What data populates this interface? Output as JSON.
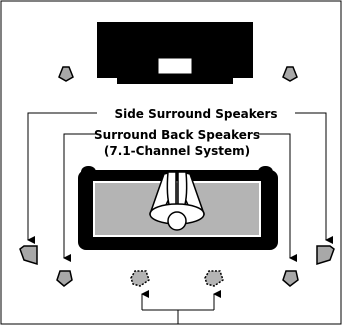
{
  "labels": {
    "side_surround": "Side Surround Speakers",
    "surround_back_line1": "Surround Back Speakers",
    "surround_back_line2": "(7.1-Channel System)"
  },
  "colors": {
    "speaker_fill": "#a8a8a8",
    "sofa_black": "#000000",
    "sofa_seat": "#b4b4b4",
    "line": "#000000",
    "background": "#ffffff"
  },
  "icons": {
    "speaker": "speaker-icon",
    "optional_speaker": "dashed-speaker-icon",
    "listener": "listener-icon"
  }
}
